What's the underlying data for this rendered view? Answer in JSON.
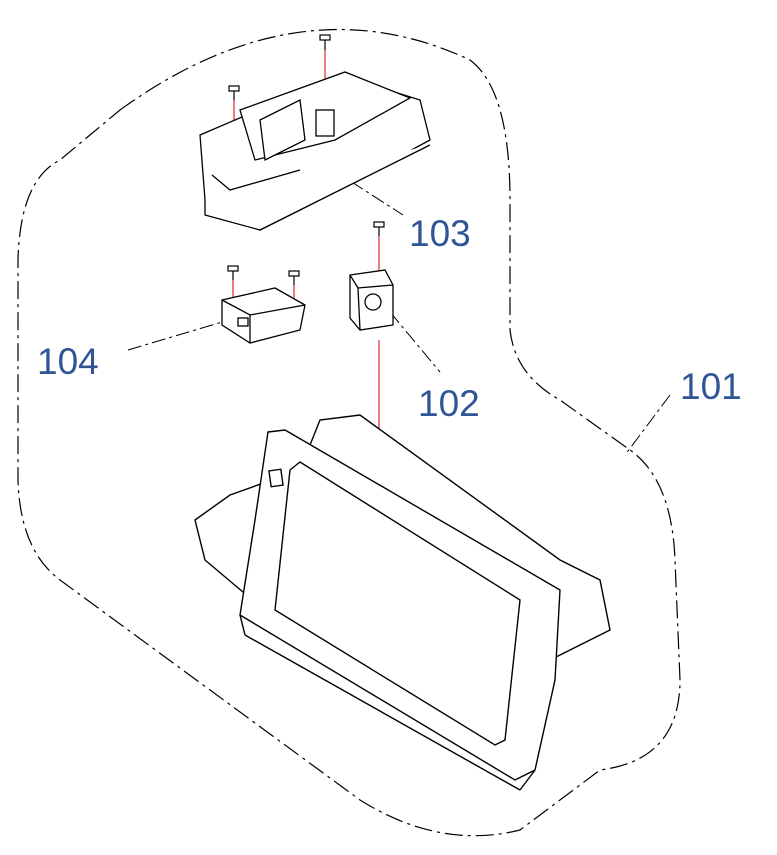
{
  "diagram": {
    "callouts": [
      {
        "id": "101",
        "label": "101"
      },
      {
        "id": "102",
        "label": "102"
      },
      {
        "id": "103",
        "label": "103"
      },
      {
        "id": "104",
        "label": "104"
      }
    ],
    "colors": {
      "label": "#2f5597",
      "line": "#000000",
      "axis": "#d00000"
    }
  }
}
